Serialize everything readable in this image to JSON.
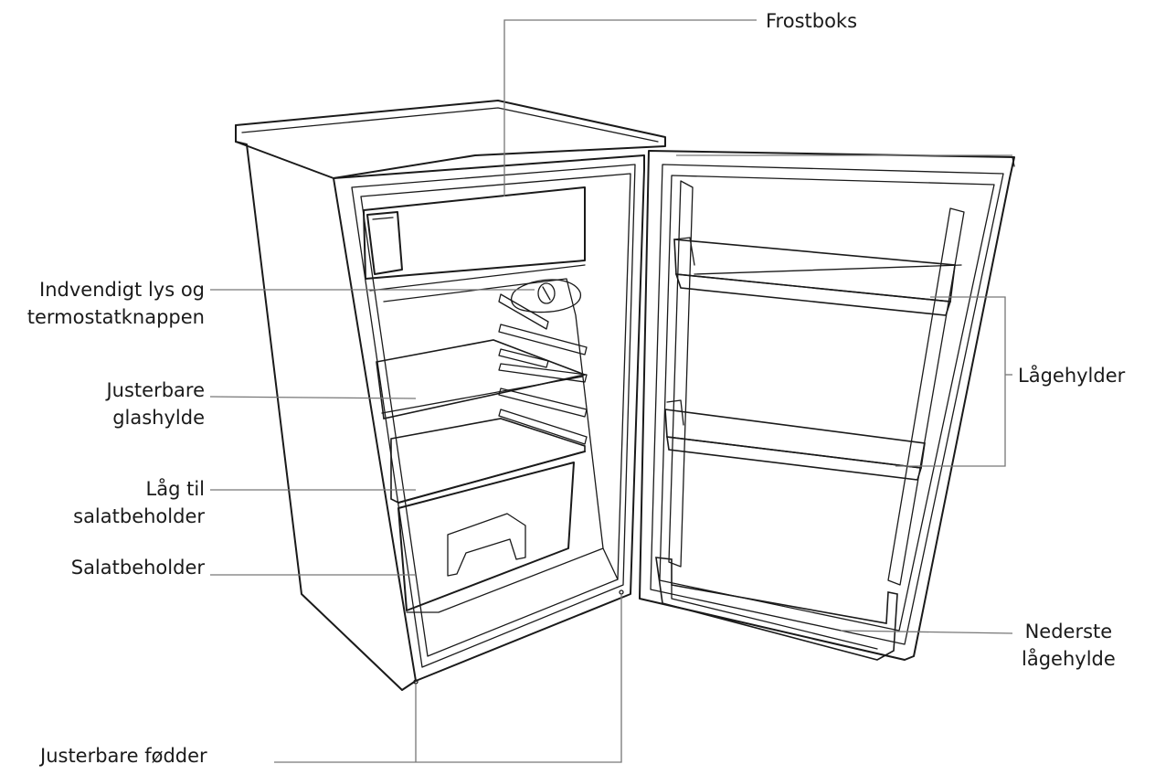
{
  "labels": {
    "freezer": "Frostboks",
    "light_line1": "Indvendigt lys og",
    "light_line2": "termostatknappen",
    "glass_line1": "Justerbare",
    "glass_line2": "glashylde",
    "lid_line1": "Låg til",
    "lid_line2": "salatbeholder",
    "crisper": "Salatbeholder",
    "door_shelves": "Lågehylder",
    "bottom_line1": "Nederste",
    "bottom_line2": "lågehylde",
    "feet": "Justerbare fødder"
  },
  "colors": {
    "outline": "#1a1a1a",
    "leader": "#777777",
    "background": "#ffffff"
  }
}
